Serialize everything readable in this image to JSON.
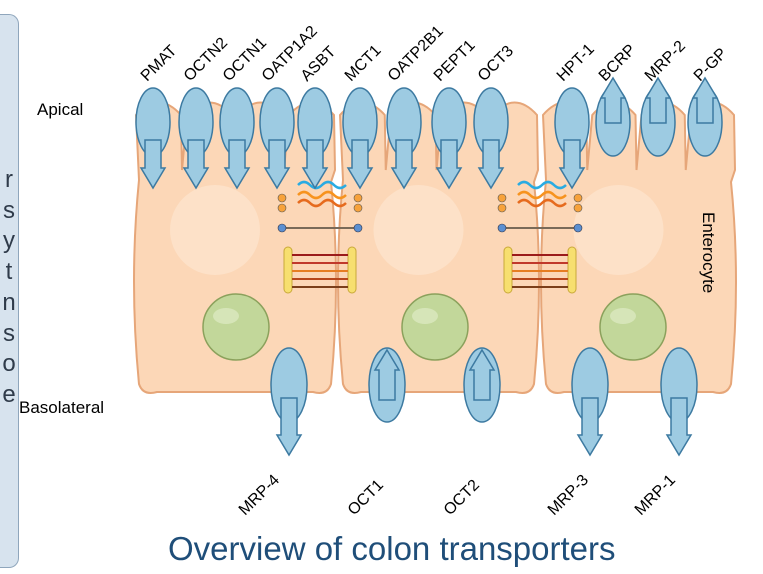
{
  "colors": {
    "transporter_fill": "#9dcbe2",
    "transporter_stroke": "#3d7aa1",
    "cell_fill": "#fcd7b7",
    "cell_stroke": "#e6a679",
    "nucleus_fill": "#c2d79a",
    "nucleus_stroke": "#8ba15c",
    "title_color": "#1f4e79"
  },
  "side_panel_chars": [
    "r",
    "s",
    "y",
    "t",
    "n",
    "s",
    "o",
    "e"
  ],
  "membrane_labels": {
    "apical": "Apical",
    "basolateral": "Basolateral"
  },
  "cell_label": "Enterocyte",
  "apical_transporters": [
    {
      "name": "PMAT",
      "direction": "in"
    },
    {
      "name": "OCTN2",
      "direction": "in"
    },
    {
      "name": "OCTN1",
      "direction": "in"
    },
    {
      "name": "OATP1A2",
      "direction": "in"
    },
    {
      "name": "ASBT",
      "direction": "in"
    },
    {
      "name": "MCT1",
      "direction": "in"
    },
    {
      "name": "OATP2B1",
      "direction": "in"
    },
    {
      "name": "PEPT1",
      "direction": "in"
    },
    {
      "name": "OCT3",
      "direction": "in"
    },
    {
      "name": "HPT-1",
      "direction": "in"
    },
    {
      "name": "BCRP",
      "direction": "out"
    },
    {
      "name": "MRP-2",
      "direction": "out"
    },
    {
      "name": "P-GP",
      "direction": "out"
    }
  ],
  "basolateral_transporters": [
    {
      "name": "MRP-4",
      "direction": "out"
    },
    {
      "name": "OCT1",
      "direction": "in"
    },
    {
      "name": "OCT2",
      "direction": "in"
    },
    {
      "name": "MRP-3",
      "direction": "out"
    },
    {
      "name": "MRP-1",
      "direction": "out"
    }
  ],
  "title": "Overview of colon transporters"
}
